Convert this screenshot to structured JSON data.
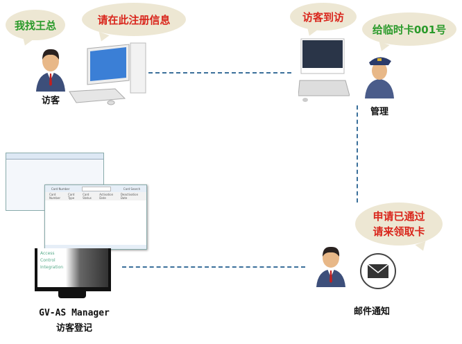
{
  "bubbles": {
    "visitor_say": "我找王总",
    "pc_say": "请在此注册信息",
    "visit_arrive": "访客到访",
    "admin_say": "给临时卡001号",
    "approved_line1": "申请已通过",
    "approved_line2": "请来领取卡"
  },
  "labels": {
    "visitor": "访客",
    "admin": "管理",
    "software": "GV-AS Manager",
    "software_sub": "访客登记",
    "mail": "邮件通知"
  },
  "screenshot": {
    "search_label": "Card Number",
    "search_button": "Card Search",
    "columns": [
      "Card Number",
      "Card Type",
      "Card Status",
      "Activation Date",
      "Deactivation Date"
    ],
    "monitor_menu": [
      "Access",
      "Control",
      "Integration"
    ]
  },
  "colors": {
    "green": "#2a9a2a",
    "red": "#d9261c",
    "bubble": "#ede7d3",
    "dash": "#3a6f9a"
  }
}
